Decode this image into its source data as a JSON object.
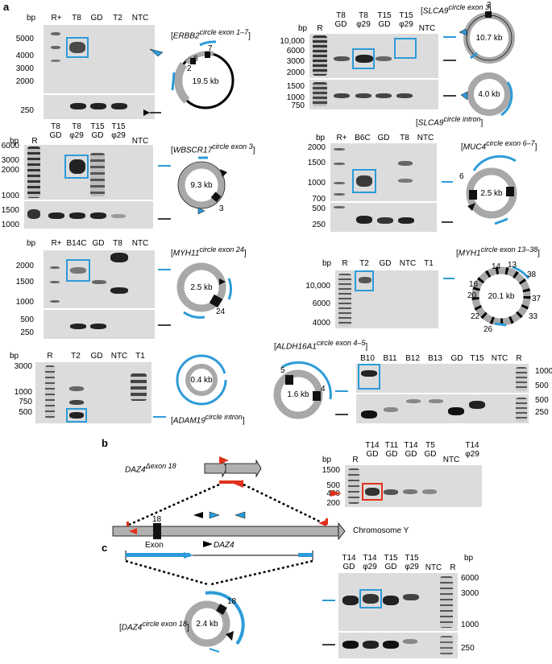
{
  "panel_labels": {
    "a": "a",
    "b": "b",
    "c": "c"
  },
  "bp": "bp",
  "gels": {
    "erbb2": {
      "lanes": [
        "R+",
        "T8",
        "GD",
        "T2",
        "NTC"
      ],
      "ladder": [
        "5000",
        "4000",
        "3000",
        "2000",
        "250"
      ],
      "label_pre": "[",
      "gene": "ERBB2",
      "sup": "circle exon 1–7",
      "label_post": "]",
      "size": "19.5 kb",
      "exons": [
        "2",
        "6",
        "7"
      ]
    },
    "slca9": {
      "lanes": [
        "R",
        "T8\nGD",
        "T8\nφ29",
        "T15\nGD",
        "T15\nφ29",
        "NTC"
      ],
      "ladder": [
        "10,000",
        "6000",
        "3000",
        "2000",
        "1500",
        "1000",
        "750"
      ],
      "label_pre": "[",
      "gene": "SLCA9",
      "sup": "circle exon 3",
      "label_post": "]",
      "size": "10.7 kb",
      "exon": "3",
      "label2_pre": "[",
      "gene2": "SLCA9",
      "sup2": "circle intron",
      "label2_post": "]",
      "size2": "4.0 kb"
    },
    "wbscr17": {
      "lanes": [
        "R",
        "T8\nGD",
        "T8\nφ29",
        "T15\nGD",
        "T15\nφ29",
        "NTC"
      ],
      "ladder": [
        "6000",
        "3000",
        "2000",
        "1000",
        "1500",
        "1000"
      ],
      "label_pre": "[",
      "gene": "WBSCR17",
      "sup": "circle exon 3",
      "label_post": "]",
      "size": "9.3 kb",
      "exon": "3"
    },
    "muc4": {
      "lanes": [
        "R+",
        "B6C",
        "GD",
        "T8",
        "NTC"
      ],
      "ladder": [
        "2000",
        "1500",
        "1000",
        "700",
        "500",
        "250"
      ],
      "label_pre": "[",
      "gene": "MUC4",
      "sup": "circle exon 6–7",
      "label_post": "]",
      "size": "2.5 kb",
      "exon": "6"
    },
    "myh11": {
      "lanes": [
        "R+",
        "B14C",
        "GD",
        "T8",
        "NTC"
      ],
      "ladder": [
        "2000",
        "1500",
        "1000",
        "500",
        "250"
      ],
      "label_pre": "[",
      "gene": "MYH11",
      "sup": "circle exon 24",
      "label_post": "]",
      "size": "2.5 kb",
      "exon": "24"
    },
    "myh1": {
      "lanes": [
        "R",
        "T2",
        "GD",
        "NTC",
        "T1"
      ],
      "ladder": [
        "10,000",
        "6000",
        "4000"
      ],
      "label_pre": "[",
      "gene": "MYH1",
      "sup": "circle exon 13–38",
      "label_post": "]",
      "size": "20.1 kb",
      "exons": [
        "14",
        "13",
        "38",
        "37",
        "33",
        "16",
        "20",
        "22",
        "26"
      ]
    },
    "adam19": {
      "lanes": [
        "R",
        "T2",
        "GD",
        "NTC",
        "T1"
      ],
      "ladder": [
        "3000",
        "1000",
        "750",
        "500"
      ],
      "label_pre": "[",
      "gene": "ADAM19",
      "sup": "circle intron",
      "label_post": "]",
      "size": "0.4 kb"
    },
    "aldh16a1": {
      "lanes": [
        "B10",
        "B11",
        "B12",
        "B13",
        "GD",
        "T15",
        "NTC",
        "R"
      ],
      "ladder": [
        "1000",
        "500",
        "500",
        "250"
      ],
      "label_pre": "[",
      "gene": "ALDH16A1",
      "sup": "circle exon 4–5",
      "label_post": "]",
      "size": "1.6 kb",
      "exons": [
        "5",
        "4"
      ]
    }
  },
  "panel_b": {
    "gene_label": "DAZ4",
    "gene_sup": "Δexon 18",
    "chromosome": "Chromosome Y",
    "exon_label": "Exon",
    "exon_num": "18",
    "gene": "DAZ4",
    "lanes": [
      "R",
      "T14\nGD",
      "T11\nGD",
      "T14\nGD",
      "T5\nGD",
      "NTC",
      "T14\nφ29"
    ],
    "ladder": [
      "1500",
      "500",
      "400",
      "200"
    ]
  },
  "panel_c": {
    "label_pre": "[",
    "gene": "DAZ4",
    "sup": "circle exon 18",
    "label_post": "]",
    "size": "2.4 kb",
    "exon": "18",
    "lanes": [
      "T14\nGD",
      "T14\nφ29",
      "T15\nGD",
      "T15\nφ29",
      "NTC",
      "R"
    ],
    "ladder": [
      "6000",
      "3000",
      "1000",
      "250"
    ]
  },
  "colors": {
    "blue": "#2d9bd8",
    "red": "#e0311d",
    "grey": "#a8a8a8",
    "black": "#000000"
  }
}
